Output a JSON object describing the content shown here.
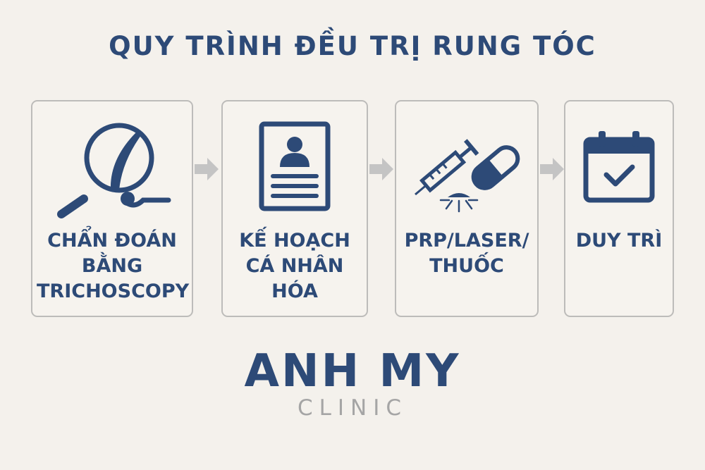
{
  "title": "QUY TRÌNH ĐỀU TRỊ RUNG TÓC",
  "steps": [
    {
      "label": "CHẨN ĐOÁN\nBẰNG\nTRICHOSCOPY",
      "icon": "magnifier-hair-icon"
    },
    {
      "label": "KẾ HOẠCH\nCÁ NHÂN HÓA",
      "icon": "profile-document-icon"
    },
    {
      "label": "PRP/LASER/\nTHUỐC",
      "icon": "syringe-capsule-laser-icon"
    },
    {
      "label": "DUY TRÌ",
      "icon": "calendar-check-icon"
    }
  ],
  "brand": {
    "name": "ANH MY",
    "sub": "CLINIC"
  },
  "colors": {
    "navy": "#2d4a77",
    "border": "#bdbcba",
    "arrow": "#c4c4c4",
    "background": "#f4f1ec"
  }
}
